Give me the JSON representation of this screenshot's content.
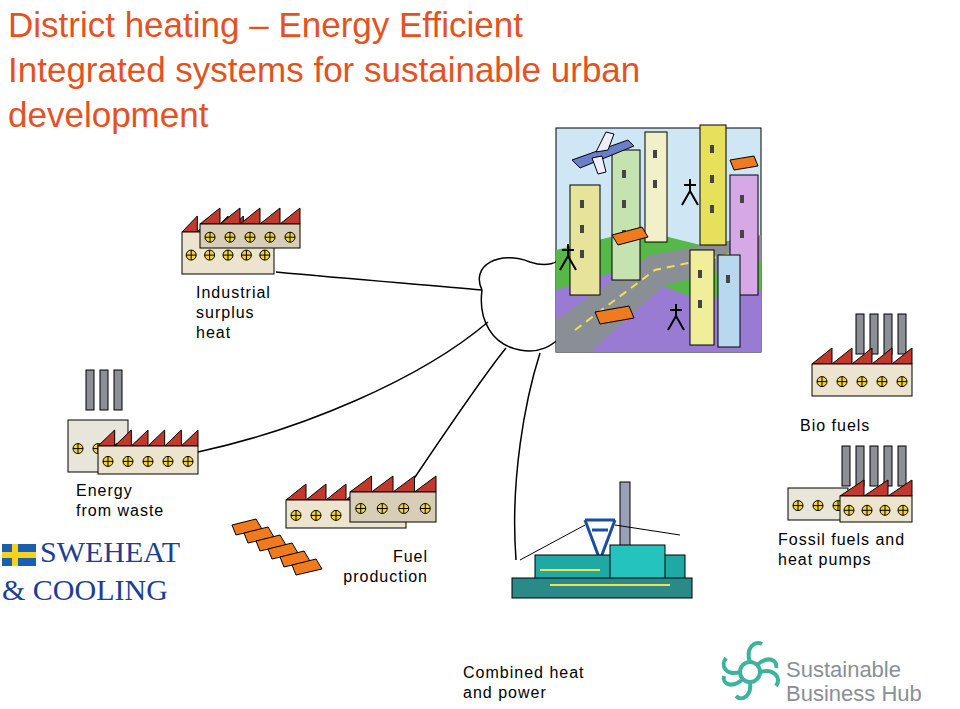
{
  "diagram": {
    "title": "District heating – Energy Efficient Integrated systems for sustainable urban development",
    "nodes": [
      {
        "text": [
          "Industrial surplus heat"
        ]
      },
      {
        "text": [
          "Bio fuels"
        ]
      },
      {
        "text": [
          "Energy from waste"
        ]
      },
      {
        "text": [
          "Fuel production"
        ]
      },
      {
        "text": [
          "Fossil fuels and heat pumps"
        ]
      },
      {
        "text": [
          "Combined heat and power"
        ]
      }
    ],
    "labels": [
      "SWEHEAT",
      "& COOLING",
      "Sustainable",
      "Business Hub"
    ]
  }
}
